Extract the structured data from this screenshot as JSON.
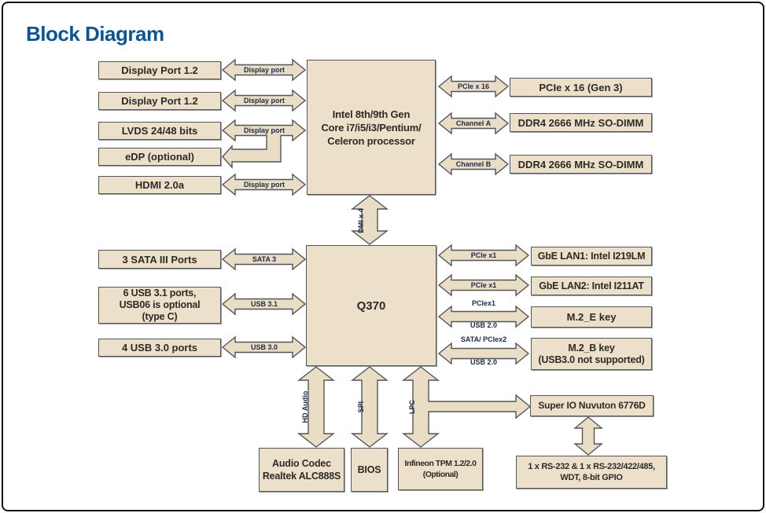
{
  "title": "Block Diagram",
  "colors": {
    "box_fill": "#ECE0CA",
    "arrow_fill": "#E9DDC6",
    "box_border": "#54555A",
    "title_blue": "#0D5591",
    "box_text": "#2D2A26",
    "label_text": "#1E2A47"
  },
  "nodes": {
    "dp1": "Display Port 1.2",
    "dp2": "Display Port 1.2",
    "lvds": "LVDS 24/48 bits",
    "edp": "eDP (optional)",
    "hdmi": "HDMI 2.0a",
    "cpu": "Intel 8th/9th Gen\nCore i7/i5/i3/Pentium/\nCeleron processor",
    "pcie16": "PCIe x 16 (Gen 3)",
    "ddr4_a": "DDR4 2666 MHz SO-DIMM",
    "ddr4_b": "DDR4 2666 MHz SO-DIMM",
    "sata": "3 SATA III Ports",
    "usb31": "6 USB 3.1 ports,\nUSB06 is optional\n(type C)",
    "usb30": "4 USB 3.0 ports",
    "pch": "Q370",
    "lan1": "GbE LAN1: Intel I219LM",
    "lan2": "GbE LAN2: Intel I211AT",
    "m2e": "M.2_E key",
    "m2b": "M.2_B key\n(USB3.0 not supported)",
    "audio": "Audio Codec\nRealtek ALC888S",
    "bios": "BIOS",
    "tpm": "Infineon TPM 1.2/2.0\n(Optional)",
    "superio": "Super IO Nuvuton 6776D",
    "serial": "1 x RS-232 & 1 x RS-232/422/485,\nWDT, 8-bit GPIO"
  },
  "links": {
    "dp1": "Display port",
    "dp2": "Display port",
    "lvds": "Display port",
    "hdmi": "Display port",
    "pcie16": "PCIe x 16",
    "channel_a": "Channel A",
    "channel_b": "Channel B",
    "dmi": "DMI x 4",
    "sata": "SATA 3",
    "usb31": "USB 3.1",
    "usb30": "USB 3.0",
    "lan1": "PCIe x1",
    "lan2": "PCIe x1",
    "m2e_top": "PCIex1",
    "m2e_bottom": "USB 2.0",
    "m2b_top": "SATA/ PCIex2",
    "m2b_bottom": "USB 2.0",
    "hd_audio": "HD Audio",
    "spi": "SPI",
    "lpc": "LPC"
  }
}
